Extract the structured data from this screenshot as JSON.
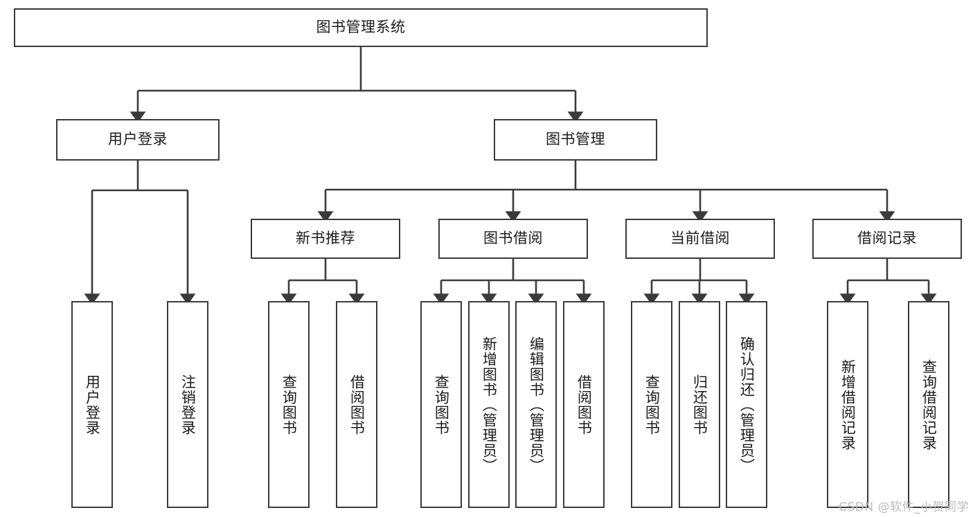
{
  "diagram": {
    "type": "tree-diagram",
    "root": {
      "id": "root",
      "label": "图书管理系统"
    },
    "level1": [
      {
        "id": "user-login",
        "label": "用户登录"
      },
      {
        "id": "book-manage",
        "label": "图书管理"
      }
    ],
    "level2": [
      {
        "id": "new-book-rec",
        "label": "新书推荐",
        "parent": "book-manage"
      },
      {
        "id": "book-borrow",
        "label": "图书借阅",
        "parent": "book-manage"
      },
      {
        "id": "current-borrow",
        "label": "当前借阅",
        "parent": "book-manage"
      },
      {
        "id": "borrow-record",
        "label": "借阅记录",
        "parent": "book-manage"
      }
    ],
    "leaves": [
      {
        "id": "leaf-user-login",
        "label": "用户登录",
        "parent": "user-login"
      },
      {
        "id": "leaf-user-logout",
        "label": "注销登录",
        "parent": "user-login"
      },
      {
        "id": "leaf-query-book-1",
        "label": "查询图书",
        "parent": "new-book-rec"
      },
      {
        "id": "leaf-borrow-book-1",
        "label": "借阅图书",
        "parent": "new-book-rec"
      },
      {
        "id": "leaf-query-book-2",
        "label": "查询图书",
        "parent": "book-borrow"
      },
      {
        "id": "leaf-add-book",
        "label": "新增图书（管理员）",
        "parent": "book-borrow"
      },
      {
        "id": "leaf-edit-book",
        "label": "编辑图书（管理员）",
        "parent": "book-borrow"
      },
      {
        "id": "leaf-borrow-book-2",
        "label": "借阅图书",
        "parent": "book-borrow"
      },
      {
        "id": "leaf-query-book-3",
        "label": "查询图书",
        "parent": "current-borrow"
      },
      {
        "id": "leaf-return-book",
        "label": "归还图书",
        "parent": "current-borrow"
      },
      {
        "id": "leaf-confirm-return",
        "label": "确认归还（管理员）",
        "parent": "current-borrow"
      },
      {
        "id": "leaf-add-record",
        "label": "新增借阅记录",
        "parent": "borrow-record"
      },
      {
        "id": "leaf-query-record",
        "label": "查询借阅记录",
        "parent": "borrow-record"
      }
    ]
  },
  "watermark": {
    "text": "CSDN @软件_小贺同学"
  },
  "colors": {
    "background": "#ffffff",
    "box_border": "#3a3a3a",
    "box_fill": "#ffffff",
    "text": "#1b1b1b",
    "connector": "#3a3a3a",
    "watermark": "#b9b9b9"
  }
}
